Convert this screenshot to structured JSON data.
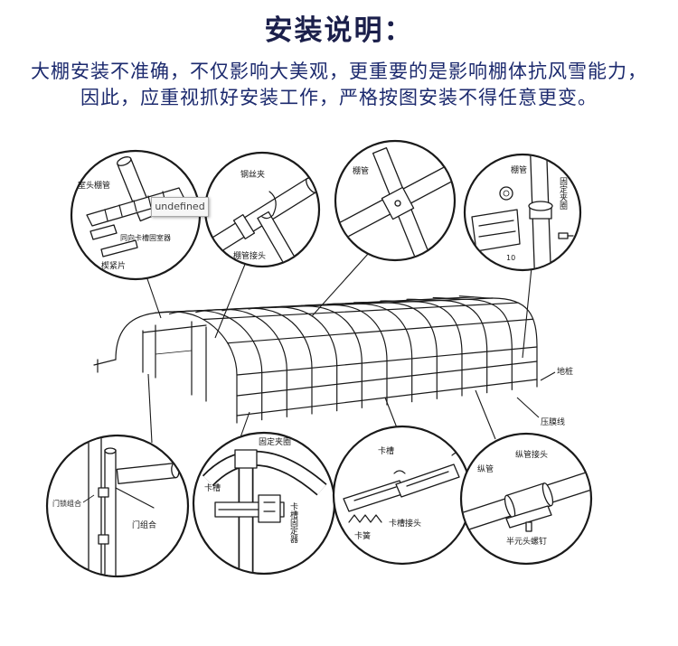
{
  "header": {
    "title": "安装说明：",
    "intro_lines": [
      "大棚安装不准确，不仅影响大美观，更重要的是影响棚体抗风雪能力，",
      "因此，应重视抓好安装工作，严格按图安装不得任意更变。"
    ]
  },
  "tooltip": {
    "text": "undefined"
  },
  "diagram": {
    "greenhouse": {
      "ground_stake": "地桩",
      "film_press_line": "压膜线"
    },
    "detail_gable_pipe": {
      "pipe": "室头棚管",
      "channel_fixer": "同向卡槽固室器",
      "wedge": "楔紧片"
    },
    "detail_wire_clip": {
      "clip": "钢丝夹",
      "connector": "棚管接头"
    },
    "detail_cross": {
      "pipe": "棚管"
    },
    "detail_clamp": {
      "pipe": "棚管",
      "clamp_ring": "固定夹圈",
      "dimension": "10"
    },
    "detail_door": {
      "lock": "门锁组合",
      "door": "门组合"
    },
    "detail_channel_fixer": {
      "clamp_ring": "固定夹圈",
      "channel": "卡槽",
      "channel_fixer": "卡槽固定器"
    },
    "detail_channel": {
      "channel": "卡槽",
      "spring": "卡簧",
      "connector": "卡槽接头"
    },
    "detail_longitudinal": {
      "connector": "纵管接头",
      "pipe": "纵管",
      "screw": "半元头螺钉"
    }
  },
  "colors": {
    "title": "#1b1f4b",
    "intro_text": "#1c2a6e",
    "ink": "#1a1a1a",
    "background": "#ffffff"
  }
}
